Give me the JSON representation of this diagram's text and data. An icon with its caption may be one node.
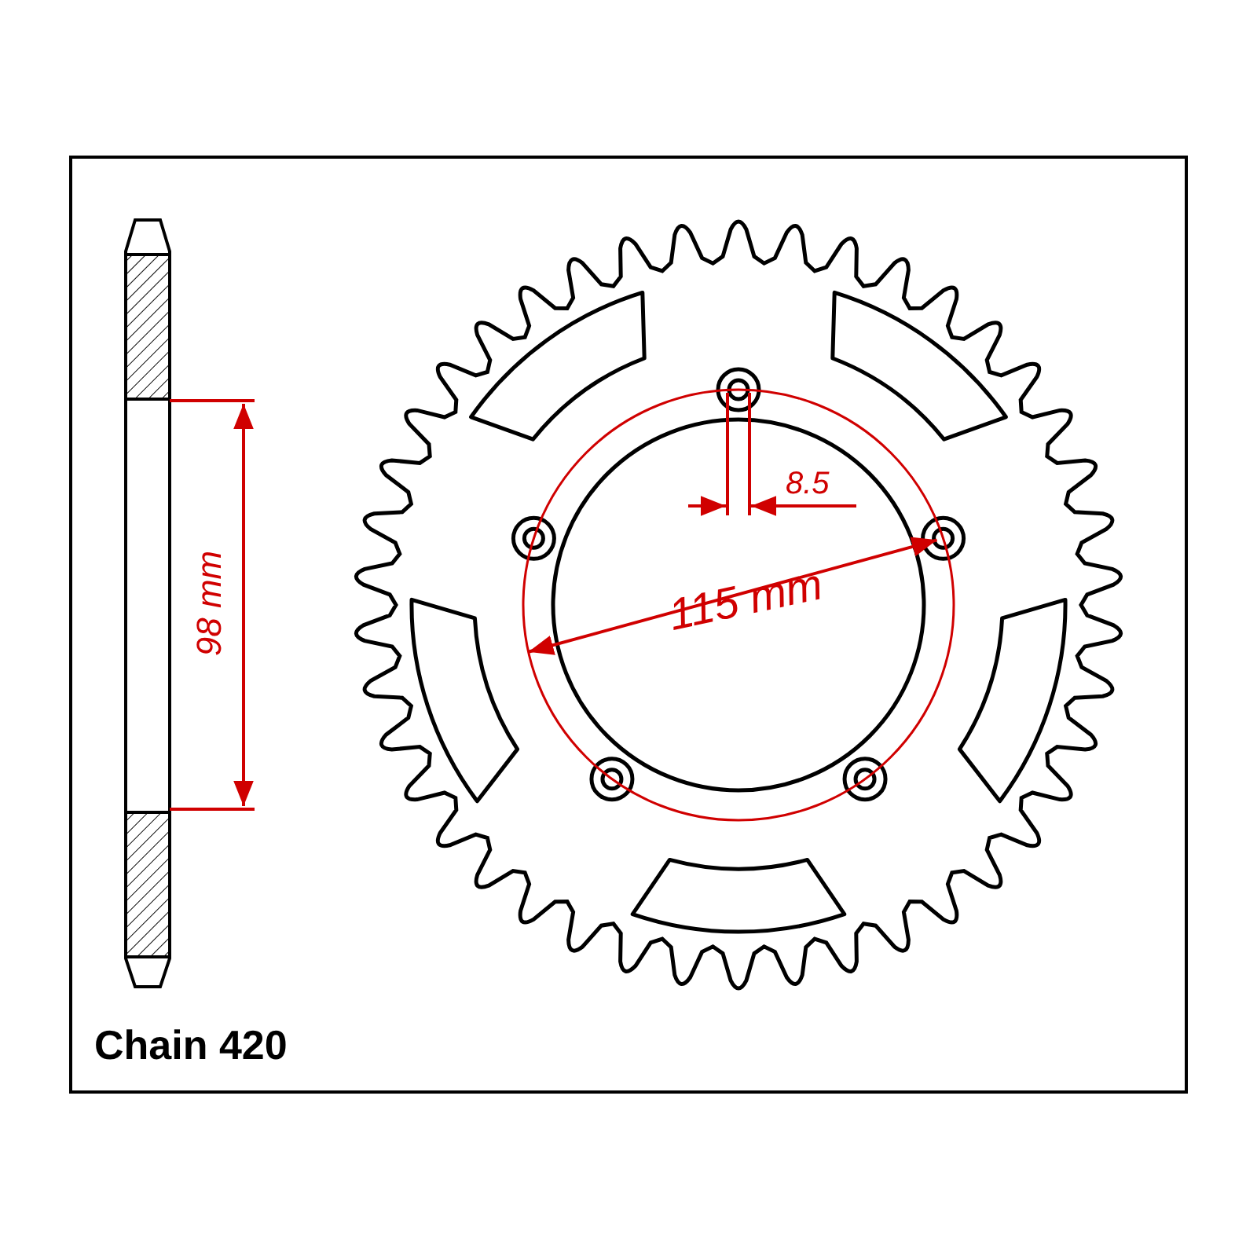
{
  "diagram": {
    "labels": [
      "8.5",
      "98 mm",
      "115 mm",
      "Chain 420"
    ]
  }
}
